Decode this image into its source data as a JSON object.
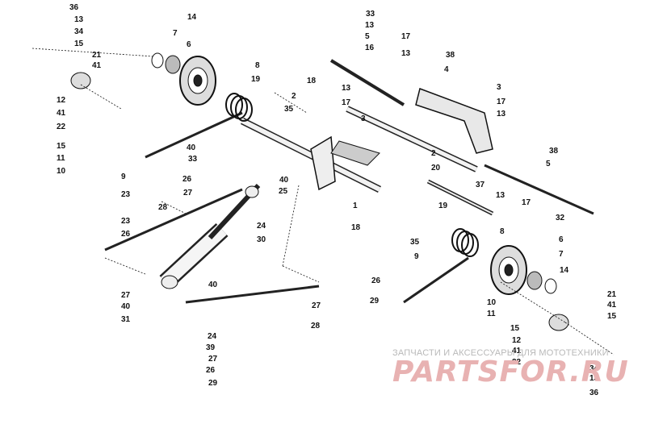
{
  "watermark": {
    "caption": "ЗАПЧАСТИ И АКСЕССУАРЫ ДЛЯ МОТОТЕХНИКИ",
    "logo": "PARTSFOR.RU"
  },
  "callouts": {
    "left_upper": [
      "36",
      "13",
      "34",
      "15",
      "21",
      "41",
      "12",
      "41",
      "22",
      "15",
      "11",
      "10"
    ],
    "left_mid": [
      "14",
      "7",
      "6",
      "8",
      "19",
      "18",
      "2",
      "35",
      "3",
      "9"
    ],
    "shock": [
      "40",
      "33",
      "40",
      "25",
      "26",
      "27",
      "23",
      "28",
      "23",
      "26",
      "24",
      "30",
      "27",
      "40",
      "31",
      "40",
      "24",
      "39",
      "27",
      "26",
      "29",
      "28",
      "27",
      "26",
      "29"
    ],
    "top_right": [
      "33",
      "13",
      "5",
      "16",
      "17",
      "13",
      "38",
      "4",
      "13",
      "17",
      "3",
      "17",
      "13"
    ],
    "right_mid": [
      "38",
      "5",
      "2",
      "20",
      "37",
      "13",
      "17",
      "32",
      "1",
      "18",
      "19",
      "35",
      "8",
      "9",
      "6",
      "7",
      "14"
    ],
    "bottom_right": [
      "10",
      "11",
      "15",
      "12",
      "41",
      "22",
      "21",
      "41",
      "15",
      "34",
      "13",
      "36"
    ]
  }
}
